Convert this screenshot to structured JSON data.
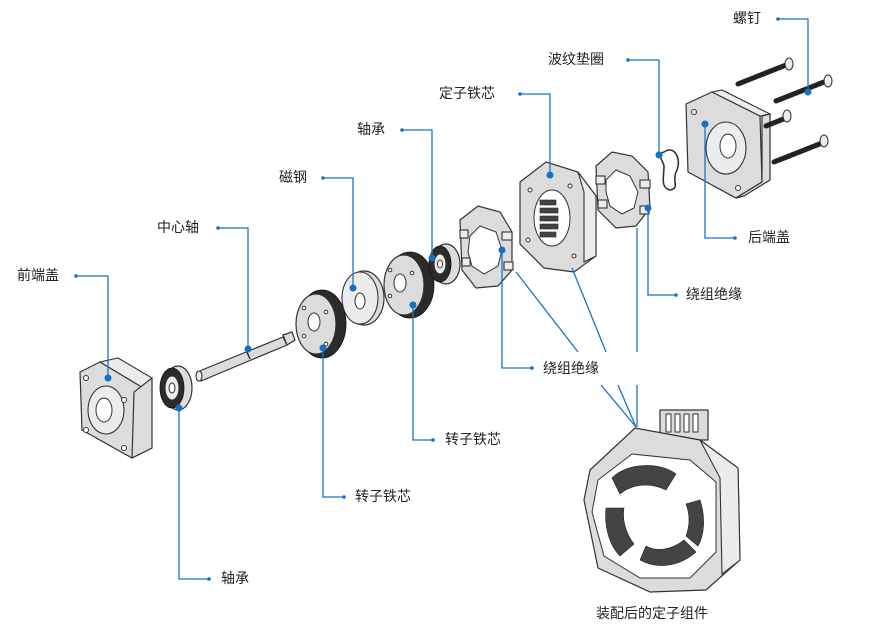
{
  "diagram": {
    "type": "exploded-view",
    "subject": "stepper motor",
    "accent_color": "#1570c4",
    "labels": {
      "front_cover": "前端盖",
      "center_shaft": "中心轴",
      "magnet": "磁钢",
      "bearing_rear": "轴承",
      "stator_core": "定子铁芯",
      "wave_washer": "波纹垫圈",
      "screw": "螺钉",
      "rear_cover": "后端盖",
      "winding_insulation_right": "绕组绝缘",
      "winding_insulation_center": "绕组绝缘",
      "rotor_core_right": "转子铁芯",
      "rotor_core_left": "转子铁芯",
      "bearing_front": "轴承",
      "assembled_stator": "装配后的定子组件"
    }
  }
}
